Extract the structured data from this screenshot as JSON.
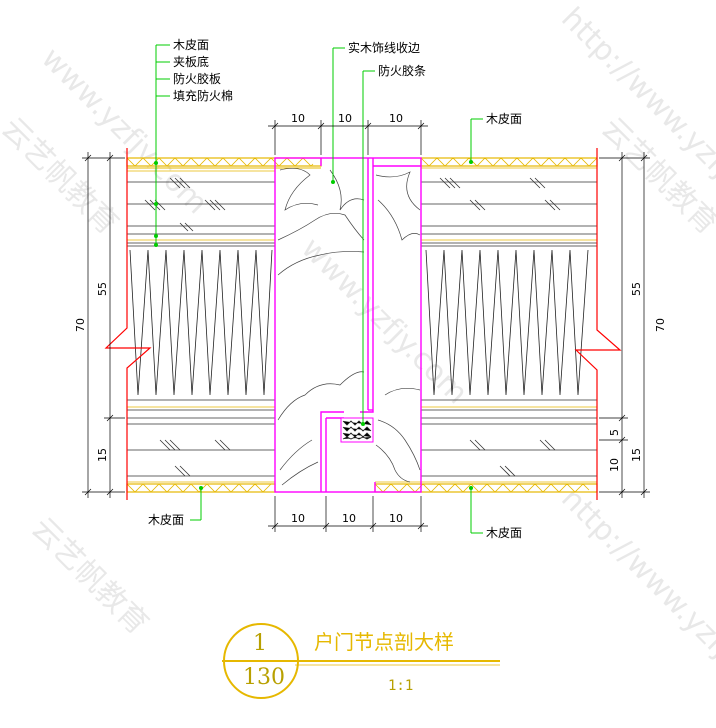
{
  "labels": {
    "top_left": [
      "木皮面",
      "夹板底",
      "防火胶板",
      "填充防火棉"
    ],
    "top_mid": [
      "实木饰线收边",
      "防火胶条"
    ],
    "top_right": "木皮面",
    "bottom_left": "木皮面",
    "bottom_right": "木皮面"
  },
  "dimensions": {
    "top": [
      "10",
      "10",
      "10"
    ],
    "bottom": [
      "10",
      "10",
      "10"
    ],
    "left_outer": "70",
    "left_inner_top": "55",
    "left_inner_bottom": "15",
    "right_outer": "70",
    "right_inner_top": "55",
    "right_small_a": "5",
    "right_small_b": "10",
    "right_inner_bottom": "15"
  },
  "title": {
    "number": "1",
    "sheet": "130",
    "name": "户门节点剖大样",
    "scale": "1:1"
  },
  "watermarks": [
    "www.yzfjy.com",
    "云艺帆教育",
    "http://www.yzfjy.com",
    "云艺帆教育",
    "www.yzfjy.com",
    "http://www.yzfjy.com",
    "云艺帆教育"
  ],
  "colors": {
    "line": "#ff0000",
    "door_frame": "#ff00ff",
    "veneer": "#e6b800",
    "leader": "#00cc00",
    "dimension": "#000000",
    "hatch": "#555555",
    "title": "#e6b800"
  }
}
